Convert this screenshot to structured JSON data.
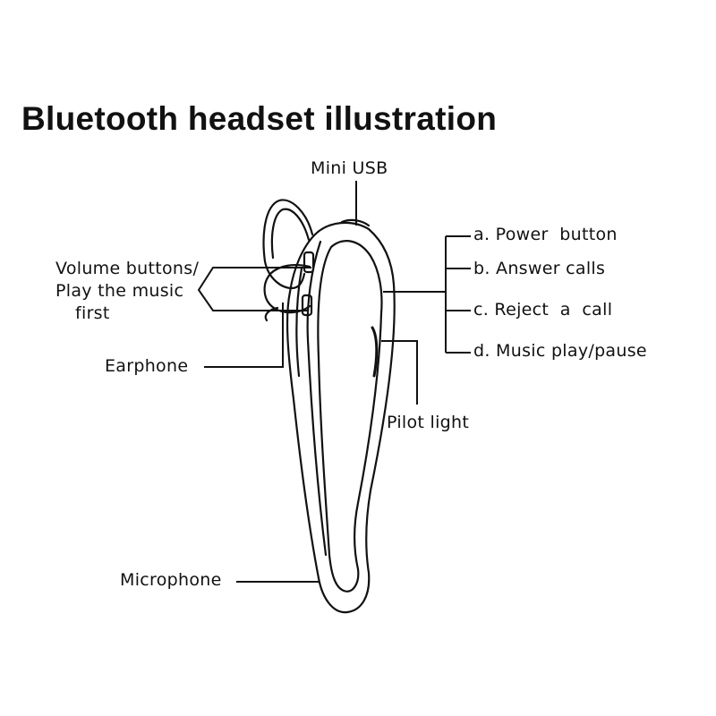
{
  "title": "Bluetooth headset illustration",
  "labels": {
    "mini_usb": "Mini USB",
    "volume_line1": "Volume buttons/",
    "volume_line2": "Play the music",
    "volume_line3": "first",
    "earphone": "Earphone",
    "pilot_light": "Pilot light",
    "microphone": "Microphone"
  },
  "functions": [
    "a. Power  button",
    "b. Answer calls",
    "c. Reject  a  call",
    "d. Music play/pause"
  ]
}
